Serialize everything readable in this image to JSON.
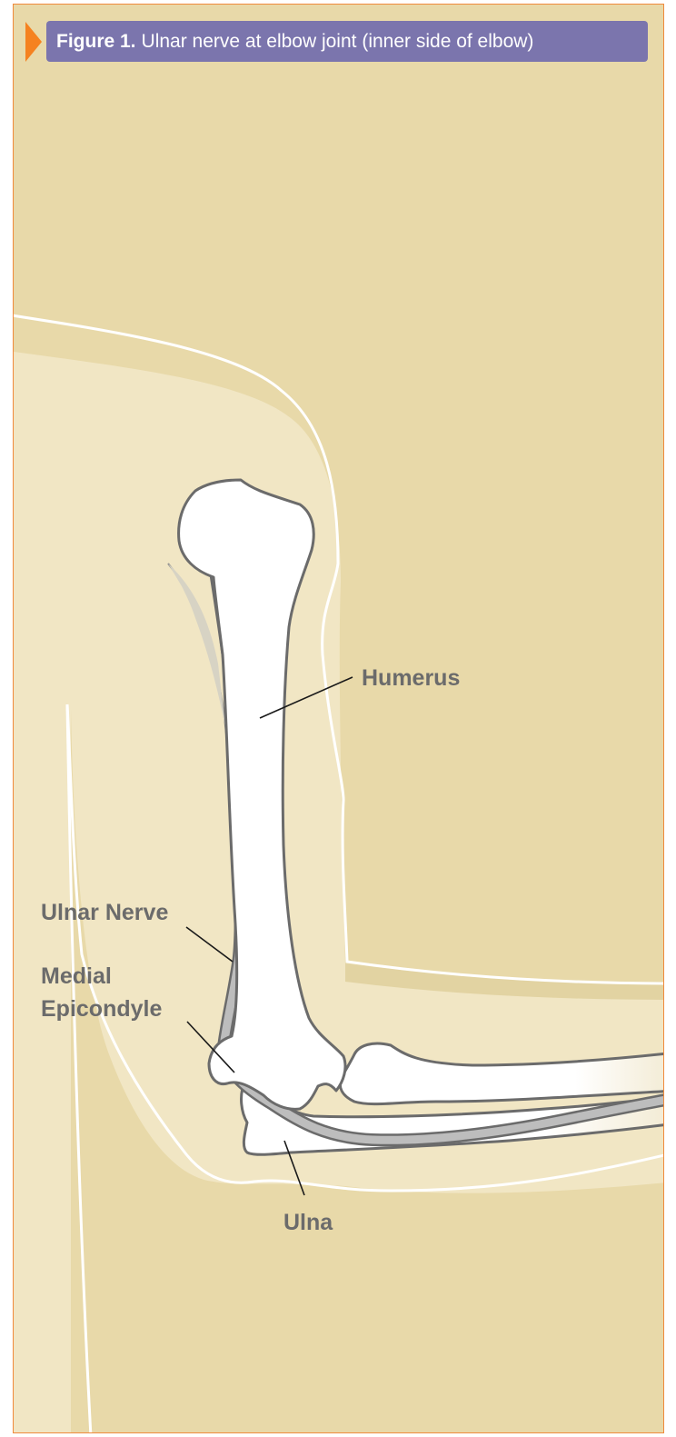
{
  "caption": {
    "label": "Figure 1.",
    "text": "Ulnar nerve at elbow joint (inner side of elbow)"
  },
  "labels": {
    "humerus": "Humerus",
    "ulnar_nerve": "Ulnar Nerve",
    "medial_line1": "Medial",
    "medial_line2": "Epicondyle",
    "ulna": "Ulna"
  },
  "colors": {
    "frame_border": "#f08a3c",
    "background": "#e8d9a9",
    "caption_bar": "#7b75ad",
    "caption_marker": "#f58220",
    "label_text": "#6b6b6b"
  }
}
